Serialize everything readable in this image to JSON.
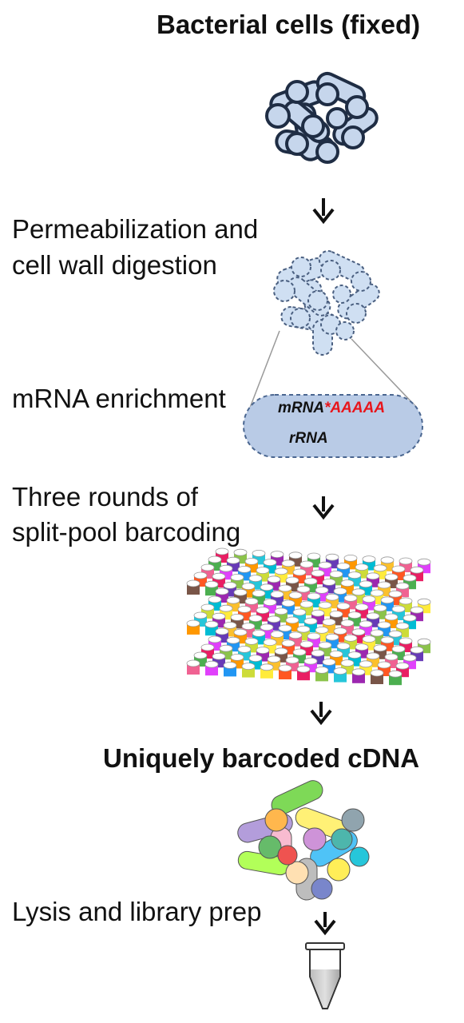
{
  "steps": {
    "fixed": "Bacterial cells (fixed)",
    "perm_line1": "Permeabilization and",
    "perm_line2": "cell wall digestion",
    "mrna": "mRNA enrichment",
    "split_line1": "Three rounds of",
    "split_line2": "split-pool barcoding",
    "barcoded": "Uniquely barcoded cDNA",
    "lysis": "Lysis and library prep"
  },
  "inset": {
    "mrna_label": "mRNA",
    "polya": "*AAAAA",
    "rrna_label": "rRNA"
  },
  "colors": {
    "cell_fill": "#c6d6ec",
    "cell_stroke": "#1f2d44",
    "permeabilized_fill": "#cfdff2",
    "inset_fill": "#b9cbe6",
    "polya_red": "#e8151b"
  }
}
